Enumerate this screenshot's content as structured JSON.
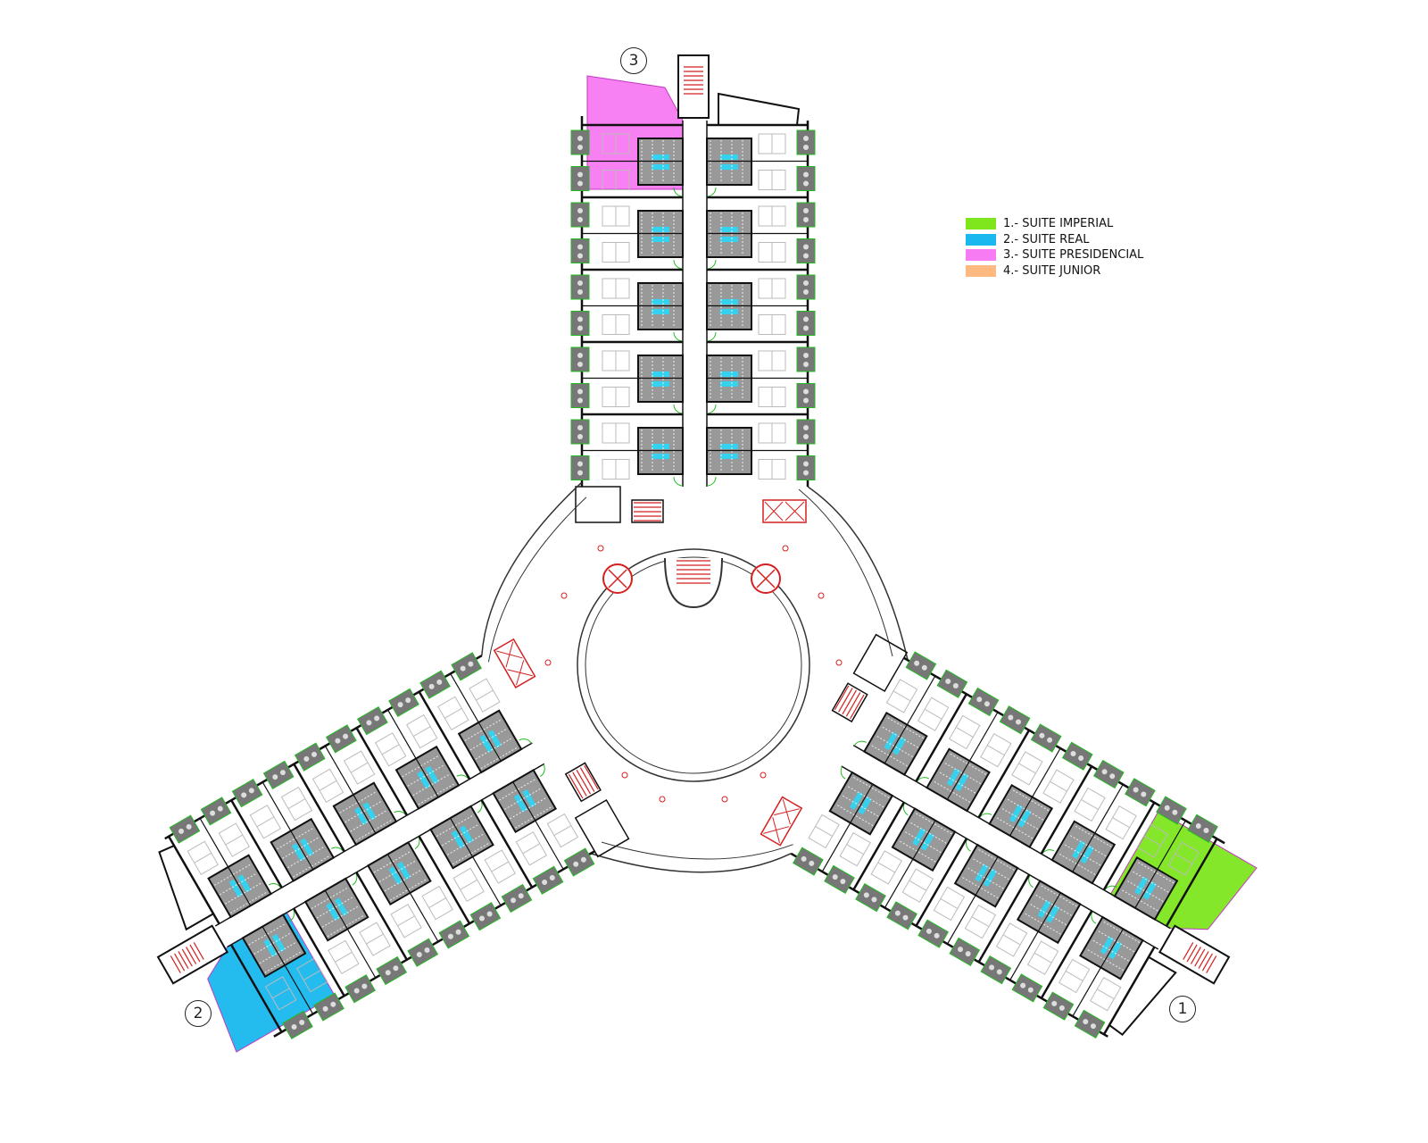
{
  "legend": {
    "items": [
      {
        "label": "1.- SUITE IMPERIAL",
        "color": "#7fe61e"
      },
      {
        "label": "2.- SUITE REAL",
        "color": "#19b9ef"
      },
      {
        "label": "3.- SUITE PRESIDENCIAL",
        "color": "#f77bf2"
      },
      {
        "label": "4.- SUITE JUNIOR",
        "color": "#fdb97f"
      }
    ]
  },
  "markers": {
    "imperial": "1",
    "real": "2",
    "presidencial": "3"
  },
  "colors": {
    "wall": "#111111",
    "door": "#22bb22",
    "stair": "#d42020",
    "core": "#777777",
    "fixture": "#bbbbbb",
    "bath": "#35d2f0"
  }
}
